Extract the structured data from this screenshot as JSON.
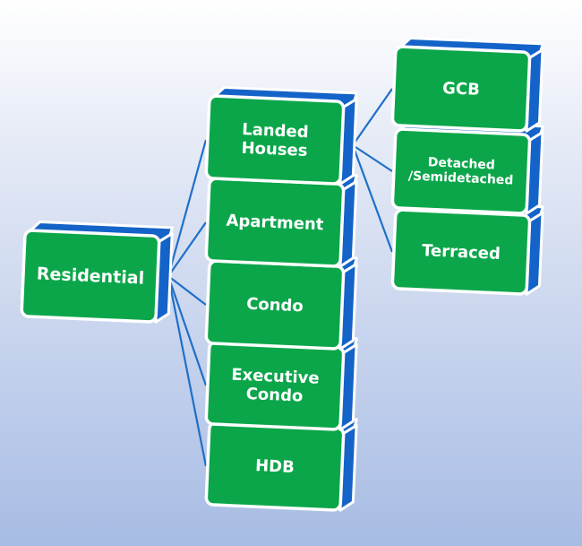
{
  "diagram": {
    "colors": {
      "box_face": "#0ba64a",
      "box_side": "#1463c8",
      "box_outline": "#ffffff",
      "connector": "#1f6fc8",
      "text": "#ffffff"
    },
    "root": {
      "label": "Residential"
    },
    "level1": [
      {
        "label": "Landed\nHouses"
      },
      {
        "label": "Apartment"
      },
      {
        "label": "Condo"
      },
      {
        "label": "Executive\nCondo"
      },
      {
        "label": "HDB"
      }
    ],
    "level2": [
      {
        "label": "GCB"
      },
      {
        "label": "Detached\n/Semidetached"
      },
      {
        "label": "Terraced"
      }
    ]
  }
}
